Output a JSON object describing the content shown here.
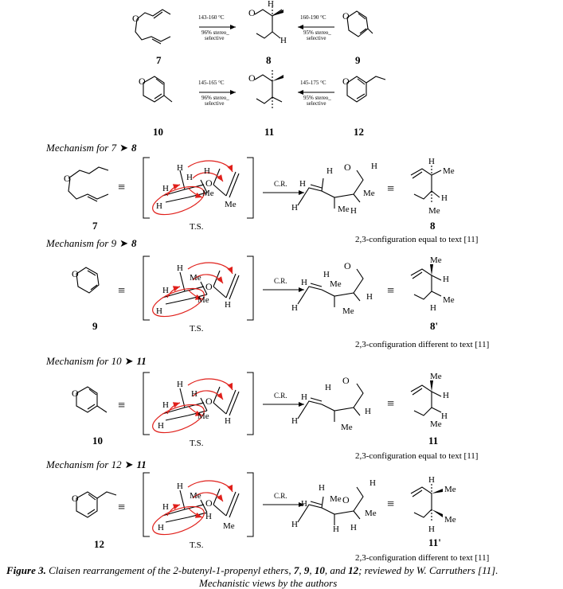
{
  "top_reactions": [
    {
      "left_label": "7",
      "center_label": "8",
      "right_label": "9",
      "left_condition": "143-160 °C",
      "left_selectivity_1": "96% stereo_",
      "left_selectivity_2": "selective",
      "right_condition": "160-190 °C",
      "right_selectivity_1": "95% stereo_",
      "right_selectivity_2": "selective"
    },
    {
      "left_label": "10",
      "center_label": "11",
      "right_label": "12",
      "left_condition": "145-165 °C",
      "left_selectivity_1": "96% stereo_",
      "left_selectivity_2": "selective",
      "right_condition": "145-175 °C",
      "right_selectivity_1": "95% stereo_",
      "right_selectivity_2": "selective"
    }
  ],
  "common": {
    "equiv": "≡",
    "ts_label": "T.S.",
    "cr_label": "C.R.",
    "H": "H",
    "O": "O",
    "Me": "Me"
  },
  "mechanisms": [
    {
      "title": "Mechanism for 7",
      "title_target": "8",
      "reactant": "7",
      "product": "8",
      "config": "2,3-configuration equal to text [11]"
    },
    {
      "title": "Mechanism for 9",
      "title_target": "8",
      "reactant": "9",
      "product": "8'",
      "config": "2,3-configuration different to text [11]"
    },
    {
      "title": "Mechanism for 10",
      "title_target": "11",
      "reactant": "10",
      "product": "11",
      "config": "2,3-configuration equal to text [11]"
    },
    {
      "title": "Mechanism for 12",
      "title_target": "11",
      "reactant": "12",
      "product": "11'",
      "config": "2,3-configuration different to text [11]"
    }
  ],
  "caption": {
    "line1_prefix": "Figure 3.",
    "line1_text": " Claisen rearrangement of the 2-butenyl-1-propenyl ethers, ",
    "c7": "7",
    "sep1": ", ",
    "c9": "9",
    "sep2": ", ",
    "c10": "10",
    "sep3": ", and ",
    "c12": "12",
    "line1_suffix": "; reviewed by W. Carruthers [11].",
    "line2": "Mechanistic views by the authors"
  },
  "colors": {
    "ink": "#000000",
    "arrow_red": "#e0201b"
  }
}
